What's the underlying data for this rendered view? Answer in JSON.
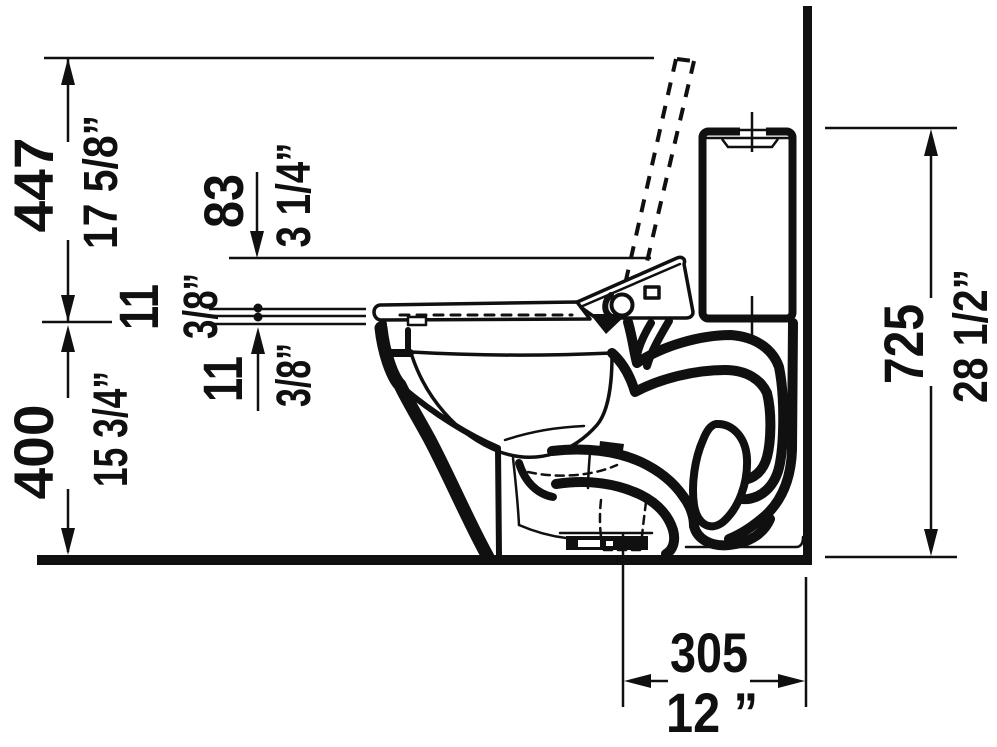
{
  "drawing": {
    "title": "Toilet side elevation technical drawing",
    "dimensions": {
      "seat_height": {
        "mm": "447",
        "inch": "17 5/8”"
      },
      "seat_to_open_lid": {
        "mm": "83",
        "inch": "3 1/4”"
      },
      "seat_gap_upper": {
        "mm": "11",
        "inch": "3/8”"
      },
      "seat_gap_lower": {
        "mm": "11",
        "inch": "3/8”"
      },
      "bowl_rim_height": {
        "mm": "400",
        "inch": "15 3/4”"
      },
      "overall_height": {
        "mm": "725",
        "inch": "28 1/2”"
      },
      "rough_in": {
        "mm": "305",
        "inch": "12 ”"
      }
    }
  }
}
